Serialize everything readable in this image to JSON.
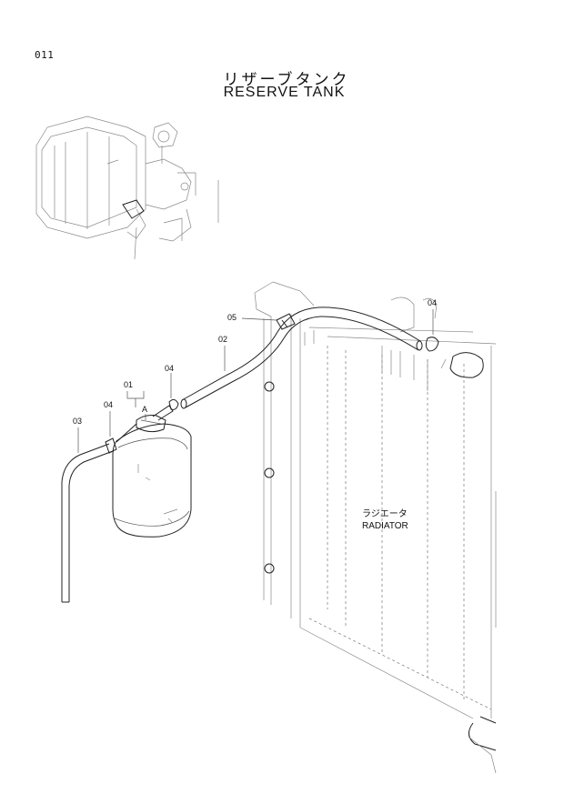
{
  "page_number": "011",
  "title_jp": "リザーブタンク",
  "title_en": "RESERVE TANK",
  "radiator": {
    "label_jp": "ラジエータ",
    "label_en": "RADIATOR"
  },
  "callouts": {
    "c01": "01",
    "c02": "02",
    "c03": "03",
    "c04_left": "04",
    "c04_mid": "04",
    "c04_right": "04",
    "c05": "05",
    "detail_a": "A"
  }
}
